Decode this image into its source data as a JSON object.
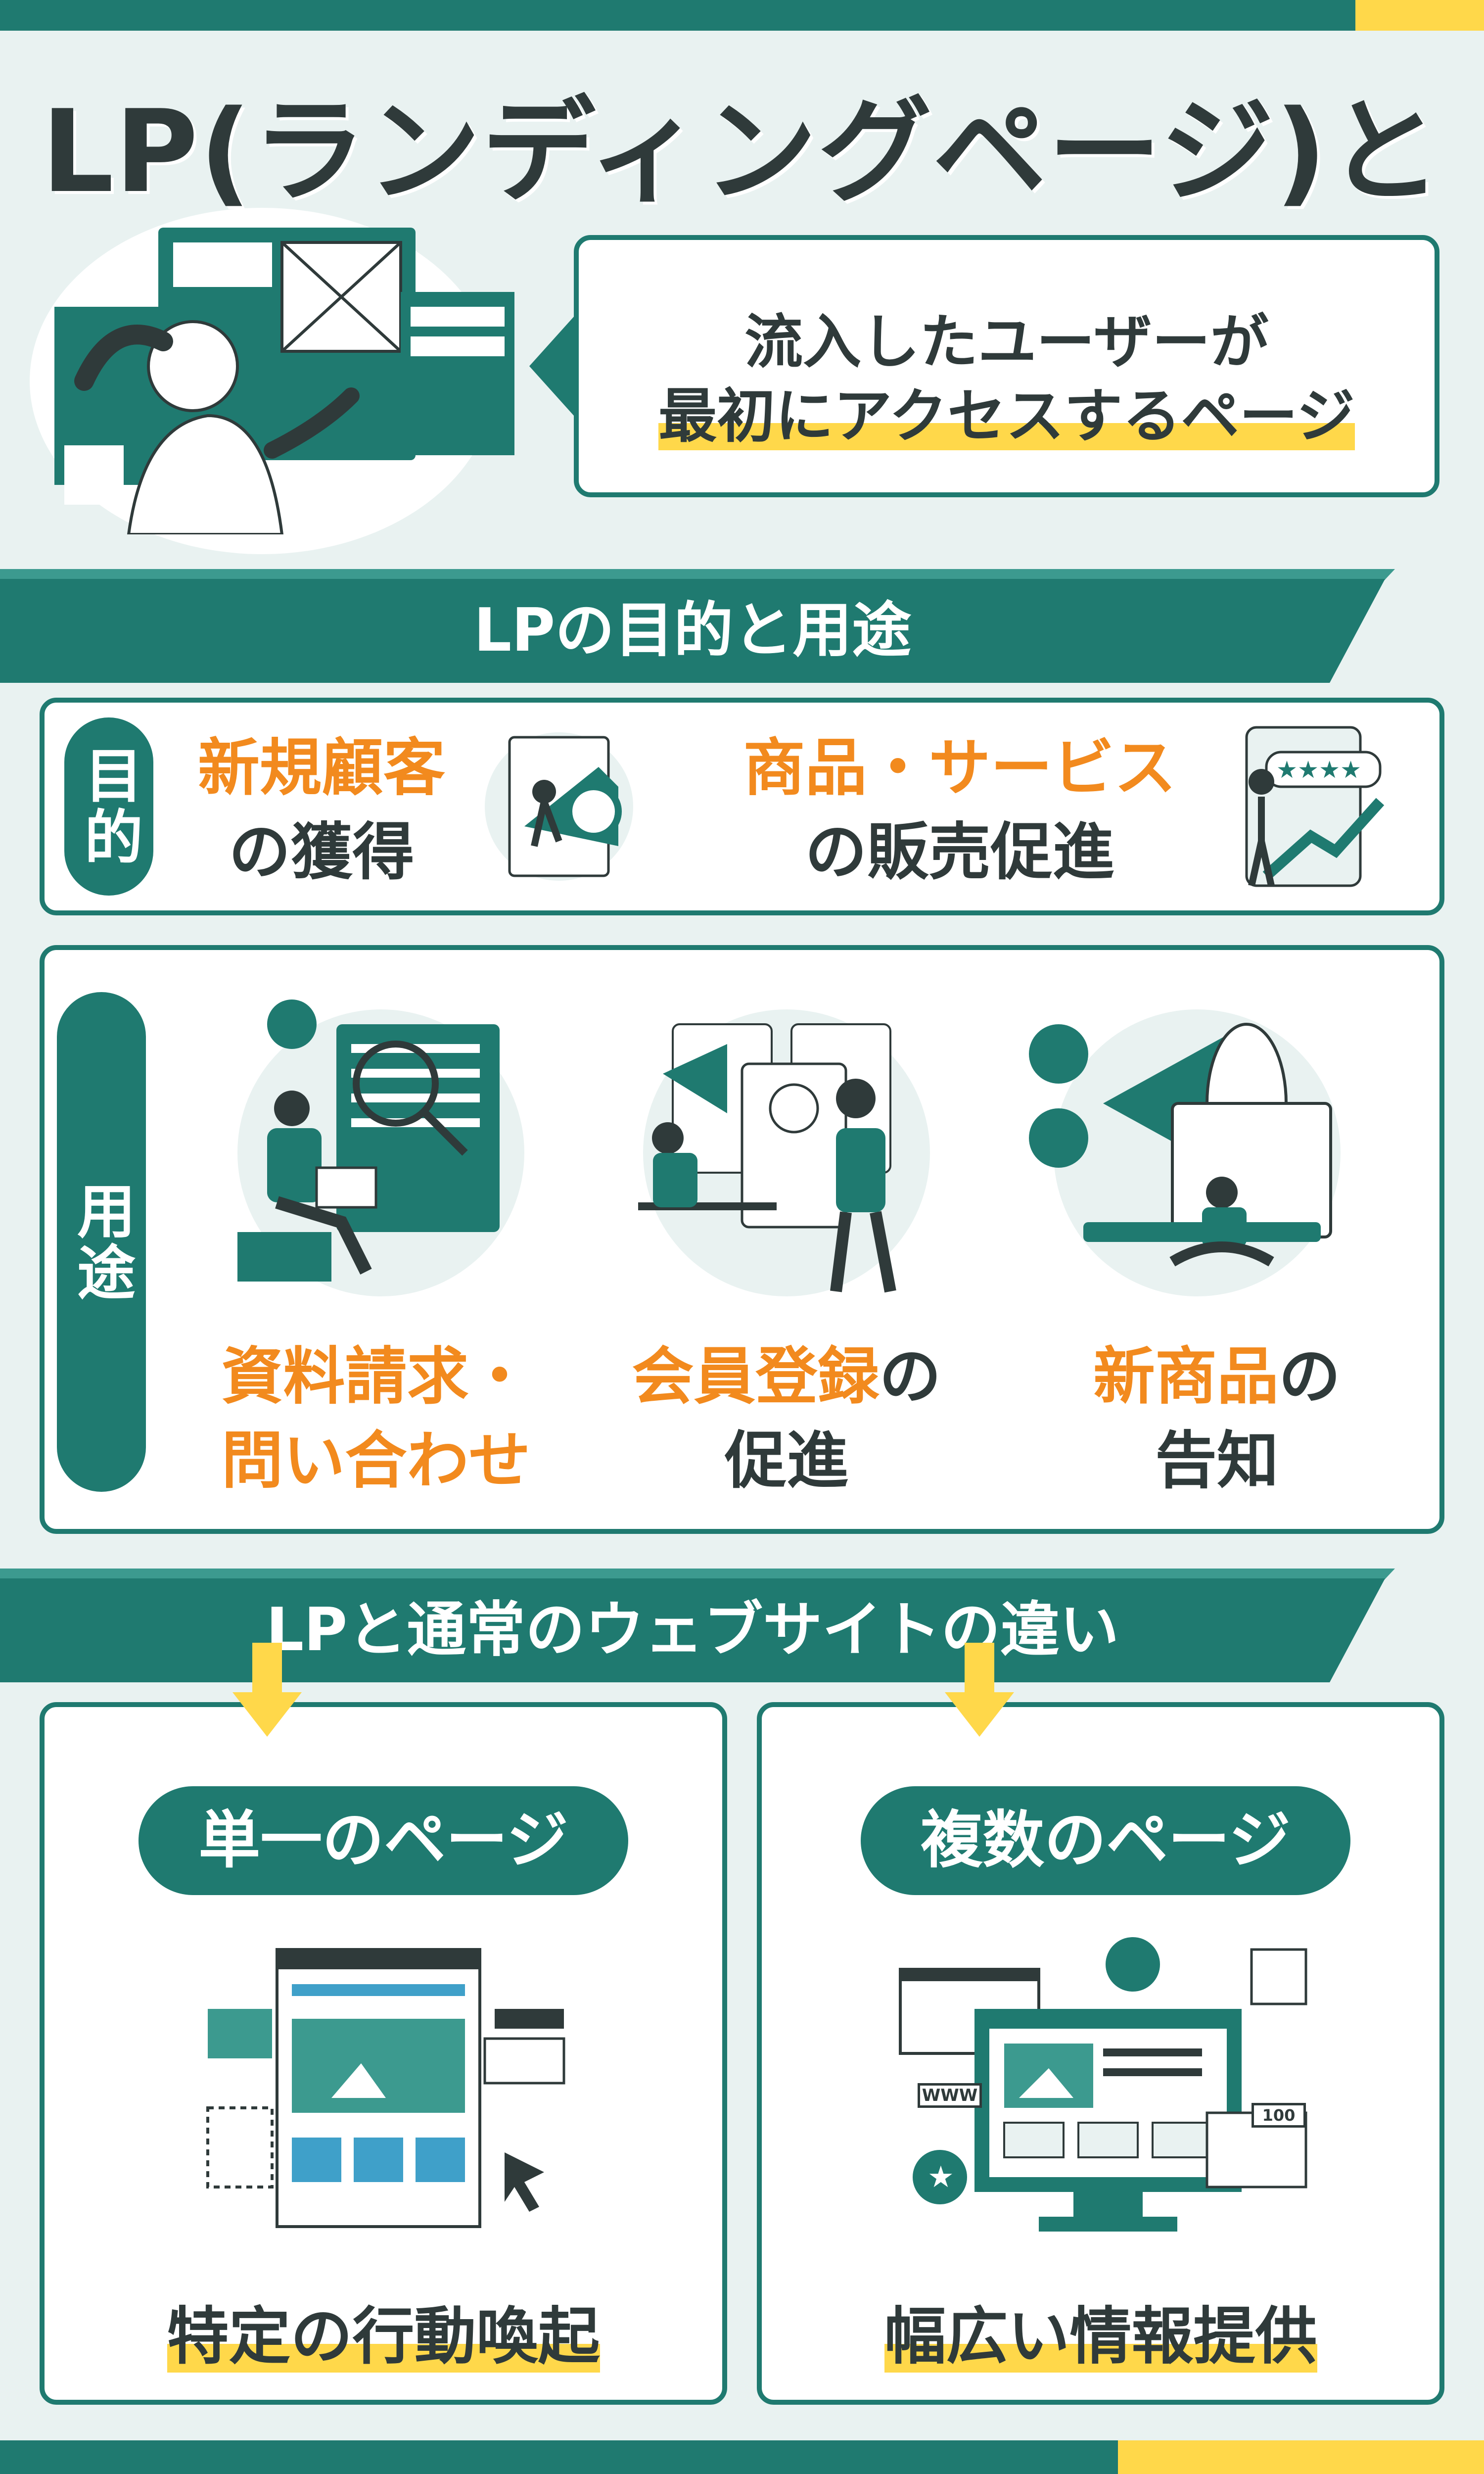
{
  "title": "LP(ランディングページ)とは",
  "hero": {
    "line1": "流入したユーザーが",
    "line2": "最初にアクセスするページ"
  },
  "section1": {
    "heading": "LPの目的と用途",
    "purpose_label": "目的",
    "purpose_items": [
      {
        "line1": "新規顧客",
        "line2": "の獲得"
      },
      {
        "line1": "商品・サービス",
        "line2": "の販売促進"
      }
    ],
    "usage_label": "用途",
    "usage_items": [
      {
        "orange1": "資料請求・",
        "orange2": "問い合わせ",
        "dark1": "",
        "dark2": ""
      },
      {
        "orange1": "会員登録",
        "dark1": "の",
        "orange2": "",
        "dark2": "促進"
      },
      {
        "orange1": "新商品",
        "dark1": "の",
        "orange2": "",
        "dark2": "告知"
      }
    ]
  },
  "section2": {
    "heading": "LPと通常のウェブサイトの違い",
    "left": {
      "label": "単一のページ",
      "caption": "特定の行動喚起"
    },
    "right": {
      "label": "複数のページ",
      "caption": "幅広い情報提供"
    },
    "www_tag": "WWW",
    "count_tag": "100"
  },
  "colors": {
    "teal": "#1f7a70",
    "yellow": "#ffd84a",
    "orange": "#f28a1e",
    "background": "#e9f2f1"
  }
}
